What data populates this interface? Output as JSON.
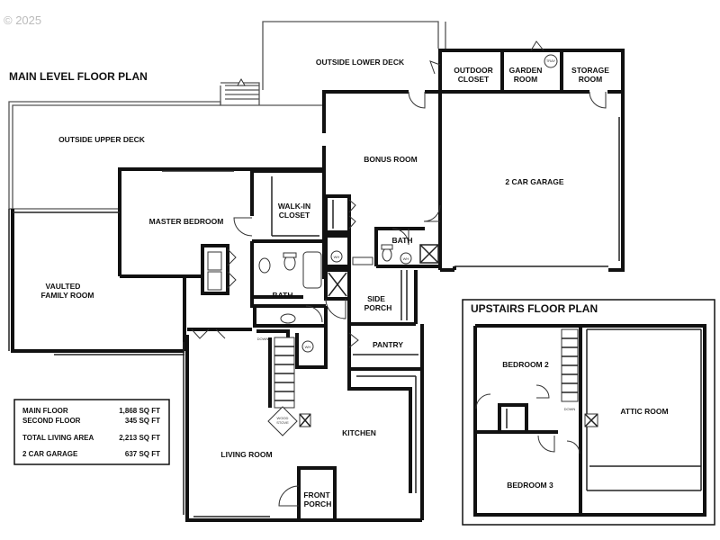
{
  "watermark": "© 2025",
  "main_title": "MAIN LEVEL FLOOR PLAN",
  "upstairs_title": "UPSTAIRS FLOOR PLAN",
  "rooms": {
    "outside_lower_deck": "OUTSIDE LOWER DECK",
    "outdoor_closet_1": "OUTDOOR",
    "outdoor_closet_2": "CLOSET",
    "garden_room_1": "GARDEN",
    "garden_room_2": "ROOM",
    "storage_room_1": "STORAGE",
    "storage_room_2": "ROOM",
    "outside_upper_deck": "OUTSIDE UPPER DECK",
    "bonus_room": "BONUS ROOM",
    "two_car_garage": "2 CAR GARAGE",
    "master_bedroom": "MASTER BEDROOM",
    "walk_in_closet_1": "WALK-IN",
    "walk_in_closet_2": "CLOSET",
    "bath_upper": "BATH",
    "bath_master": "BATH",
    "vaulted_family_room_1": "VAULTED",
    "vaulted_family_room_2": "FAMILY ROOM",
    "side_porch_1": "SIDE",
    "side_porch_2": "PORCH",
    "pantry": "PANTRY",
    "kitchen": "KITCHEN",
    "living_room": "LIVING ROOM",
    "front_porch_1": "FRONT",
    "front_porch_2": "PORCH",
    "bedroom_2": "BEDROOM 2",
    "bedroom_3": "BEDROOM 3",
    "attic_room": "ATTIC ROOM"
  },
  "fixture_labels": {
    "wh_1": "WH",
    "wh_2": "WH",
    "wh_3": "WH",
    "wood_stove_1": "WOOD",
    "wood_stove_2": "STOVE",
    "down_1": "DOWN",
    "down_2": "DOWN",
    "tray": "TRAY"
  },
  "area_summary": [
    {
      "label": "MAIN FLOOR",
      "value": "1,868 SQ FT"
    },
    {
      "label": "SECOND FLOOR",
      "value": "345 SQ FT"
    },
    {
      "label": "TOTAL LIVING AREA",
      "value": "2,213 SQ FT"
    },
    {
      "label": "2 CAR GARAGE",
      "value": "637 SQ FT"
    }
  ]
}
